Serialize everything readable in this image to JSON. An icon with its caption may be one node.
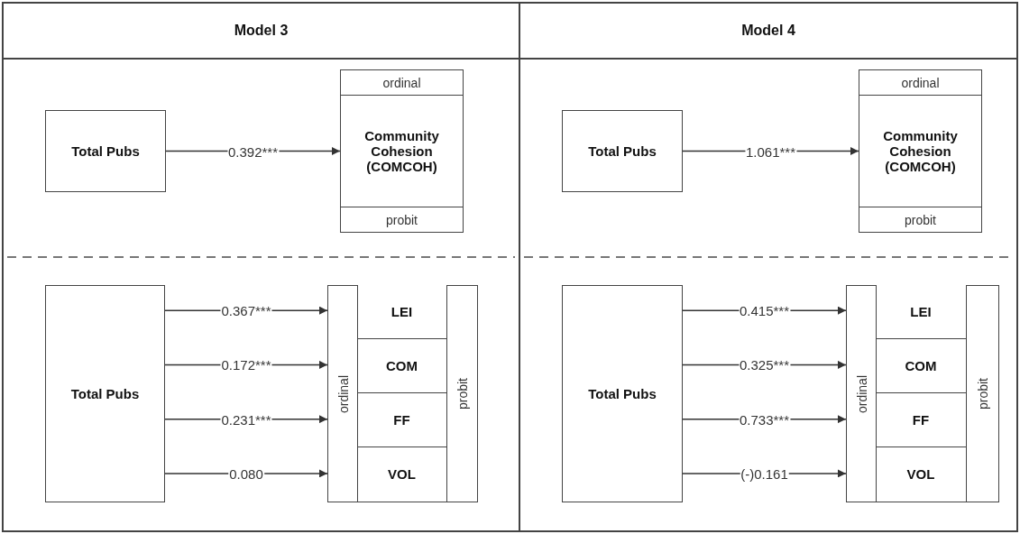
{
  "diagram": {
    "nodes": [
      {
        "text": [
          "Model 3"
        ]
      },
      {
        "text": [
          "Total Pubs"
        ],
        "in": 0
      },
      {
        "text": [
          "ordinal",
          "Community Cohesion (COMCOH)",
          "probit"
        ],
        "in": 0
      },
      {
        "text": [
          "Total Pubs"
        ],
        "in": 0
      },
      {
        "text": [
          "ordinal",
          "probit"
        ],
        "in": 0
      },
      {
        "text": [
          "LEI"
        ],
        "in": 4
      },
      {
        "text": [
          "COM"
        ],
        "in": 4
      },
      {
        "text": [
          "FF"
        ],
        "in": 4
      },
      {
        "text": [
          "VOL"
        ],
        "in": 4
      },
      {
        "text": [
          "Model 4"
        ]
      },
      {
        "text": [
          "Total Pubs"
        ],
        "in": 9
      },
      {
        "text": [
          "ordinal",
          "Community Cohesion (COMCOH)",
          "probit"
        ],
        "in": 9
      },
      {
        "text": [
          "Total Pubs"
        ],
        "in": 9
      },
      {
        "text": [
          "ordinal",
          "probit"
        ],
        "in": 9
      },
      {
        "text": [
          "LEI"
        ],
        "in": 13
      },
      {
        "text": [
          "COM"
        ],
        "in": 13
      },
      {
        "text": [
          "FF"
        ],
        "in": 13
      },
      {
        "text": [
          "VOL"
        ],
        "in": 13
      }
    ],
    "edges": [
      {
        "from": 1,
        "to": 2,
        "arrow": "to",
        "label": "0.392***"
      },
      {
        "from": 3,
        "to": 5,
        "arrow": "to",
        "label": "0.367***"
      },
      {
        "from": 3,
        "to": 6,
        "arrow": "to",
        "label": "0.172***"
      },
      {
        "from": 3,
        "to": 7,
        "arrow": "to",
        "label": "0.231***"
      },
      {
        "from": 3,
        "to": 8,
        "arrow": "to",
        "label": "0.080"
      },
      {
        "from": 10,
        "to": 11,
        "arrow": "to",
        "label": "1.061***"
      },
      {
        "from": 12,
        "to": 14,
        "arrow": "to",
        "label": "0.415***"
      },
      {
        "from": 12,
        "to": 15,
        "arrow": "to",
        "label": "0.325***"
      },
      {
        "from": 12,
        "to": 16,
        "arrow": "to",
        "label": "0.733***"
      },
      {
        "from": 12,
        "to": 17,
        "arrow": "to",
        "label": "(-)0.161"
      }
    ]
  }
}
